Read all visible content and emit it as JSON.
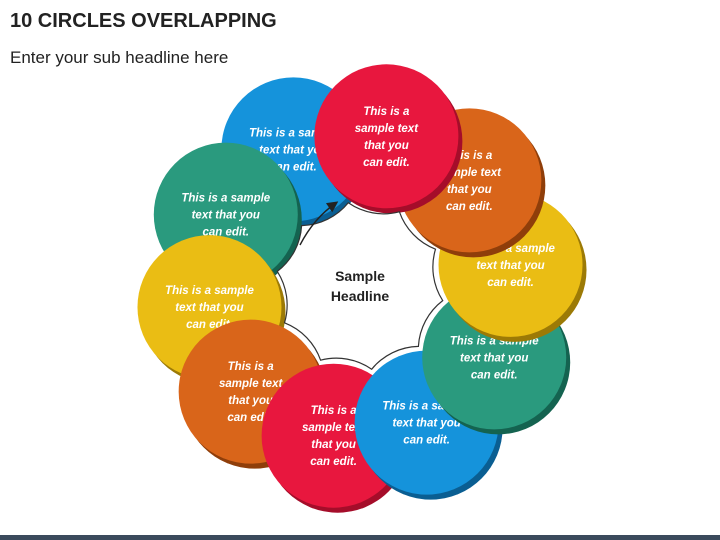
{
  "header": {
    "title": "10 CIRCLES OVERLAPPING",
    "subtitle": "Enter your sub headline here"
  },
  "center": {
    "line1": "Sample",
    "line2": "Headline"
  },
  "circles": [
    {
      "name": "circle-red-top",
      "color": "#e8173e",
      "lines": [
        "This is a",
        "sample text",
        "that you",
        "can edit."
      ]
    },
    {
      "name": "circle-orange-top",
      "color": "#d9651a",
      "lines": [
        "This is a",
        "sample text",
        "that you",
        "can edit."
      ]
    },
    {
      "name": "circle-yellow-right",
      "color": "#eabd14",
      "lines": [
        "This is a sample",
        "text that you",
        "can edit."
      ]
    },
    {
      "name": "circle-teal-right",
      "color": "#2a9a7e",
      "lines": [
        "This is a sample",
        "text that you",
        "can edit."
      ]
    },
    {
      "name": "circle-blue-bottom",
      "color": "#1593db",
      "lines": [
        "This is a sample",
        "text that you",
        "can edit."
      ]
    },
    {
      "name": "circle-red-bottom",
      "color": "#e8173e",
      "lines": [
        "This is a",
        "sample text",
        "that you",
        "can edit."
      ]
    },
    {
      "name": "circle-orange-bottom",
      "color": "#d9651a",
      "lines": [
        "This is a",
        "sample text",
        "that you",
        "can edit."
      ]
    },
    {
      "name": "circle-yellow-left",
      "color": "#eabd14",
      "lines": [
        "This is a sample",
        "text that you",
        "can edit."
      ]
    },
    {
      "name": "circle-teal-left",
      "color": "#2a9a7e",
      "lines": [
        "This is a sample",
        "text that you",
        "can edit."
      ]
    },
    {
      "name": "circle-blue-top",
      "color": "#1593db",
      "lines": [
        "This is a sample",
        "text that you",
        "can edit."
      ]
    }
  ]
}
